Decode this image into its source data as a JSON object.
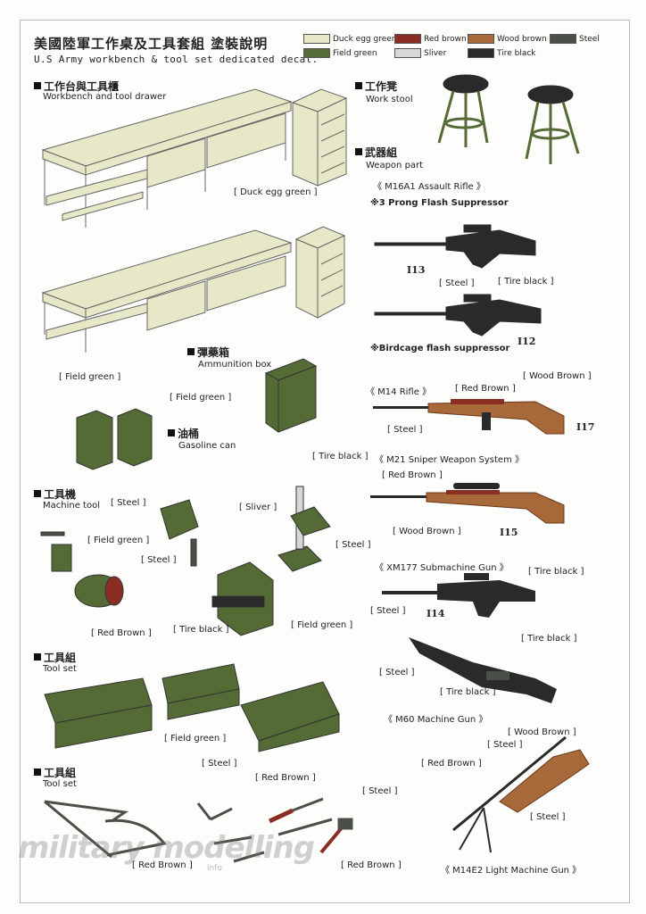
{
  "header": {
    "title_cn": "美國陸軍工作桌及工具套組 塗裝說明",
    "title_en": "U.S Army workbench & tool set dedicated decal."
  },
  "legend": [
    {
      "label": "Duck egg green",
      "color": "#e6e8c8"
    },
    {
      "label": "Red brown",
      "color": "#8a2e24"
    },
    {
      "label": "Wood brown",
      "color": "#a7683a"
    },
    {
      "label": "Steel",
      "color": "#4a4f48"
    },
    {
      "label": "Field green",
      "color": "#556b35"
    },
    {
      "label": "Sliver",
      "color": "#d8d8d8"
    },
    {
      "label": "Tire black",
      "color": "#2a2a2a"
    }
  ],
  "sections": {
    "workbench": {
      "cn": "工作台與工具櫃",
      "en": "Workbench and tool drawer"
    },
    "stool": {
      "cn": "工作凳",
      "en": "Work stool"
    },
    "weapon": {
      "cn": "武器組",
      "en": "Weapon part"
    },
    "ammo": {
      "cn": "彈藥箱",
      "en": "Ammunition box"
    },
    "gas": {
      "cn": "油桶",
      "en": "Gasoline can"
    },
    "machine": {
      "cn": "工具機",
      "en": "Machine tool"
    },
    "toolset1": {
      "cn": "工具組",
      "en": "Tool set"
    },
    "toolset2": {
      "cn": "工具組",
      "en": "Tool set"
    }
  },
  "weapons": {
    "m16": "《 M16A1 Assault Rifle 》",
    "prong": "※3 Prong Flash Suppressor",
    "birdcage": "※Birdcage flash suppressor",
    "m14": "《 M14 Rifle 》",
    "m21": "《 M21 Sniper Weapon System 》",
    "xm177": "《 XM177 Submachine Gun 》",
    "m60": "《 M60 Machine Gun 》",
    "m14e2": "《 M14E2 Light Machine Gun 》"
  },
  "parts": {
    "i13": "I13",
    "i12": "I12",
    "i17": "I17",
    "i15": "I15",
    "i14": "I14"
  },
  "labels": {
    "duck_egg": "[ Duck egg green ]",
    "field_green": "[ Field green ]",
    "steel": "[ Steel ]",
    "tire_black": "[ Tire black ]",
    "red_brown": "[ Red Brown ]",
    "wood_brown": "[ Wood Brown ]",
    "sliver": "[ Sliver ]"
  },
  "watermark": {
    "main": "military modelling",
    "sub": "info"
  }
}
